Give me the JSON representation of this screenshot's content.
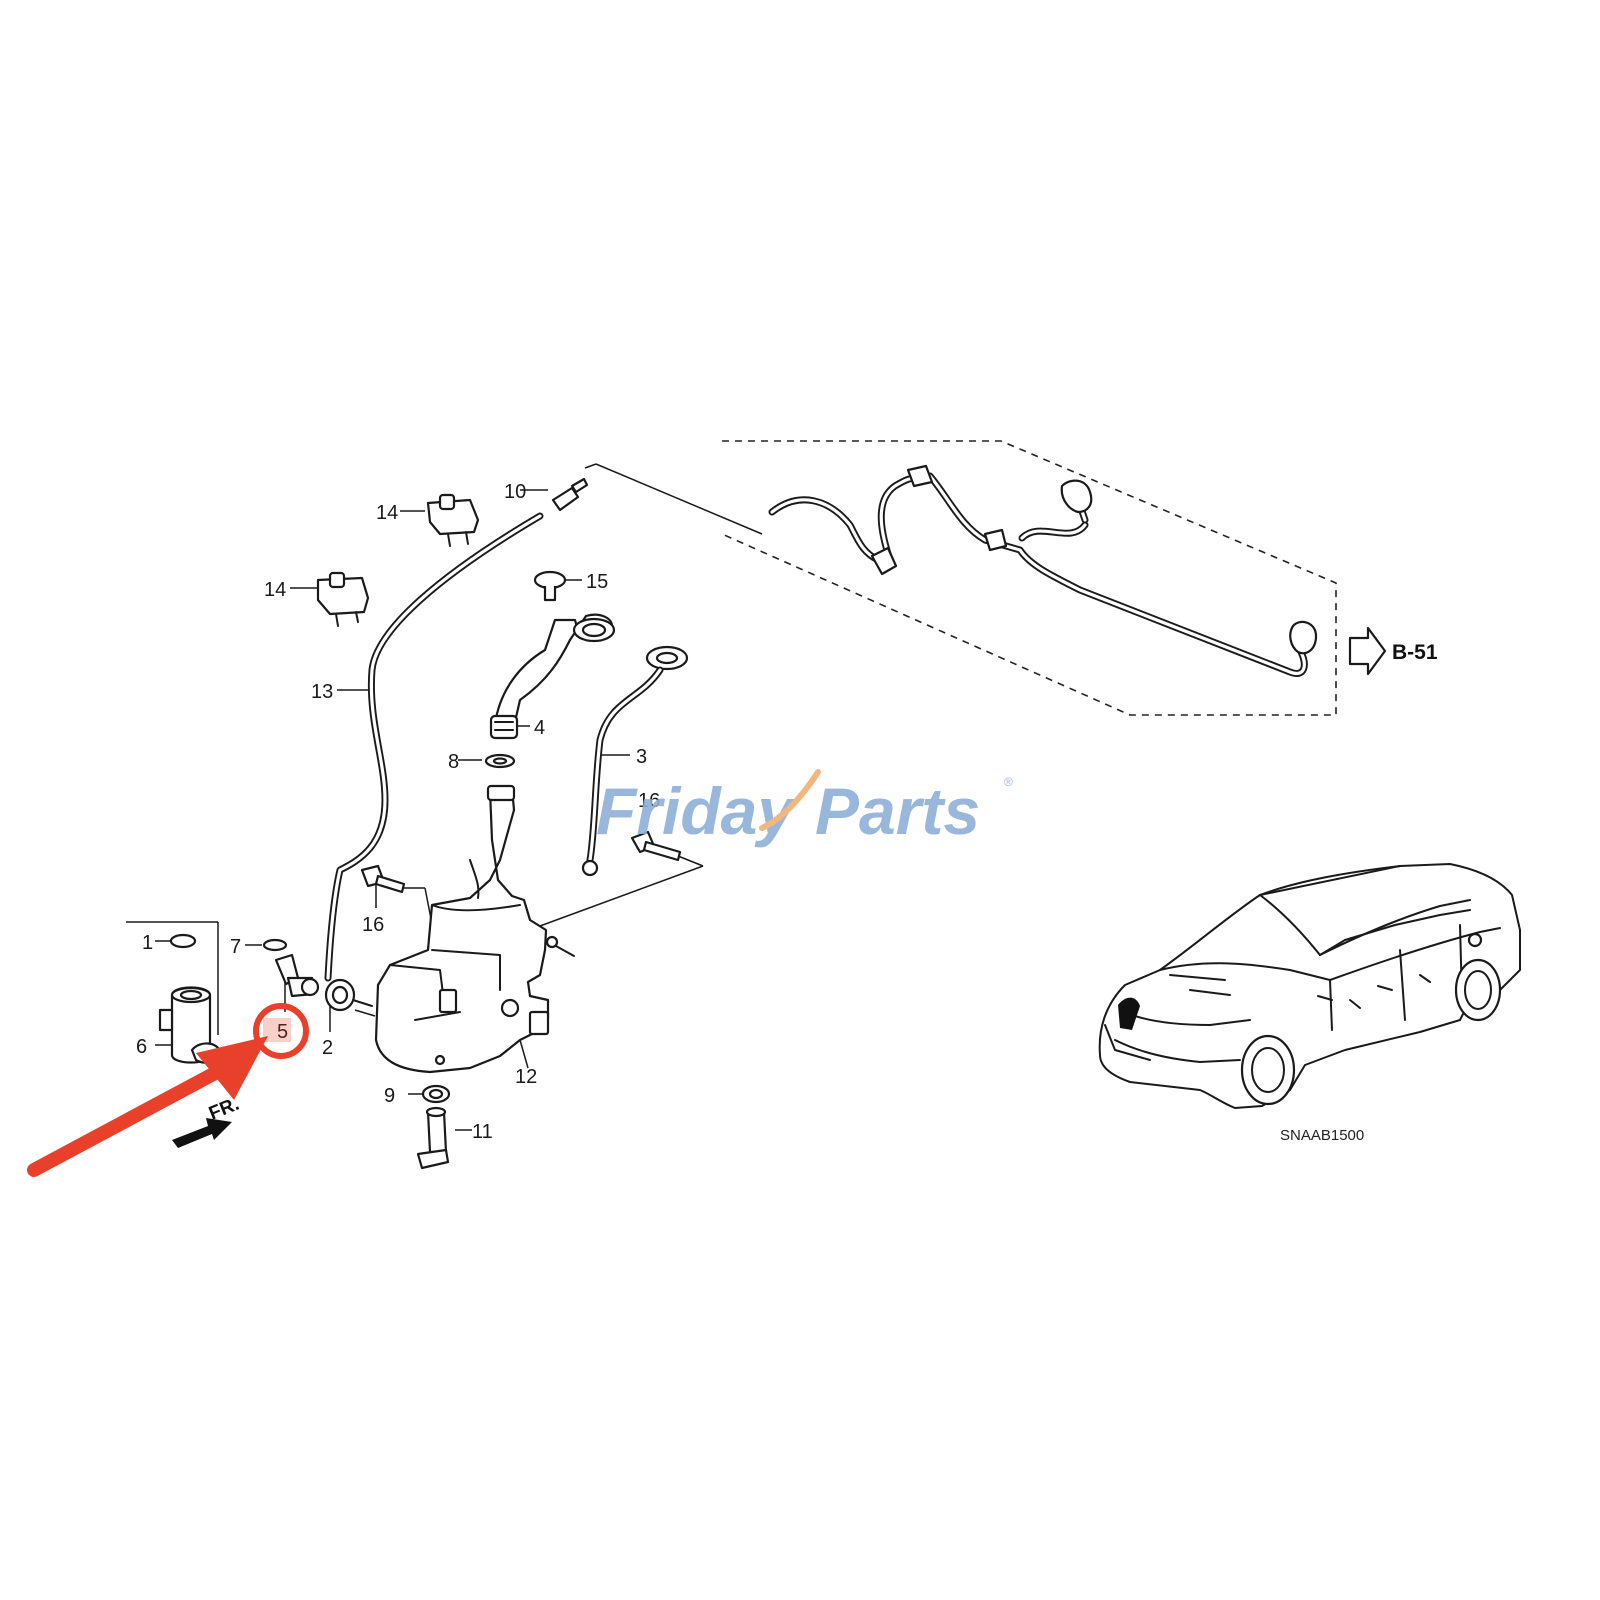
{
  "diagram": {
    "callouts": [
      {
        "id": "c1",
        "text": "1"
      },
      {
        "id": "c2",
        "text": "2"
      },
      {
        "id": "c3",
        "text": "3"
      },
      {
        "id": "c4",
        "text": "4"
      },
      {
        "id": "c5",
        "text": "5"
      },
      {
        "id": "c6",
        "text": "6"
      },
      {
        "id": "c7",
        "text": "7"
      },
      {
        "id": "c8",
        "text": "8"
      },
      {
        "id": "c9",
        "text": "9"
      },
      {
        "id": "c10",
        "text": "10"
      },
      {
        "id": "c11",
        "text": "11"
      },
      {
        "id": "c12",
        "text": "12"
      },
      {
        "id": "c13",
        "text": "13"
      },
      {
        "id": "c14a",
        "text": "14"
      },
      {
        "id": "c14b",
        "text": "14"
      },
      {
        "id": "c15",
        "text": "15"
      },
      {
        "id": "c16a",
        "text": "16"
      },
      {
        "id": "c16b",
        "text": "16"
      }
    ],
    "reference": "B-51",
    "direction_label": "FR.",
    "diagram_code": "SNAAB1500"
  },
  "watermark": {
    "part1": "Friday",
    "part2": "Parts",
    "mark": "®"
  },
  "highlight": {
    "target_callout": "5",
    "color": "#e8402a"
  }
}
